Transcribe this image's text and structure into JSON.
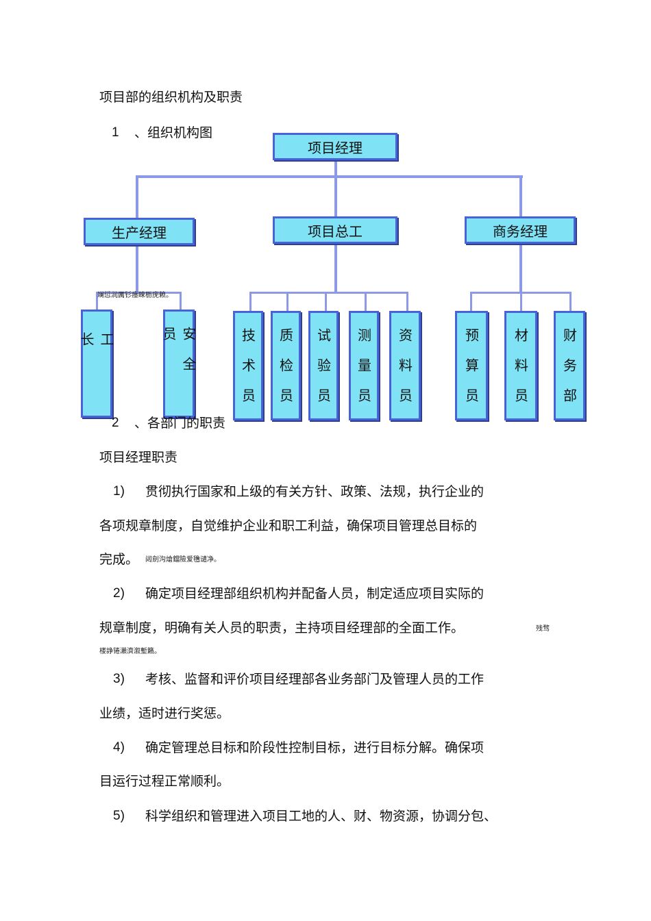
{
  "title": "项目部的组织机构及职责",
  "section1": {
    "num": "1",
    "label": "、组织机构图"
  },
  "org": {
    "root": "项目经理",
    "level2": [
      "生产经理",
      "项目总工",
      "商务经理"
    ],
    "production_children": [
      "工长",
      "安全员"
    ],
    "chief_children": [
      "技术员",
      "质检员",
      "试验员",
      "测量员",
      "资料员"
    ],
    "business_children": [
      "预算员",
      "材料员",
      "财务部"
    ],
    "noise_label": "斓愆润厲钐瘗睞枥庑赖。"
  },
  "section2": {
    "num": "2",
    "label": "、各部门的职责"
  },
  "subheading": "项目经理职责",
  "paragraphs": [
    {
      "num": "1)",
      "line1": "贯彻执行国家和上级的有关方针、政策、法规，执行企业的",
      "line2": "各项规章制度，自觉维护企业和职工利益，确保项目管理总目标的",
      "line3": "完成。",
      "note": "闼劍沟熗鐺險爱氇谴净。"
    },
    {
      "num": "2)",
      "line1": "确定项目经理部组织机构并配备人员，制定适应项目实际的",
      "line2": "规章制度，明确有关人员的职责，主持项目经理部的全面工作。",
      "note_right": "残骛",
      "note_line": "楼諍锩瀨濟溆塹籟。"
    },
    {
      "num": "3)",
      "line1": "考核、监督和评价项目经理部各业务部门及管理人员的工作",
      "line2": "业绩，适时进行奖惩。"
    },
    {
      "num": "4)",
      "line1": "确定管理总目标和阶段性控制目标，进行目标分解。确保项",
      "line2": "目运行过程正常顺利。"
    },
    {
      "num": "5)",
      "line1": "科学组织和管理进入项目工地的人、财、物资源，协调分包、"
    }
  ]
}
